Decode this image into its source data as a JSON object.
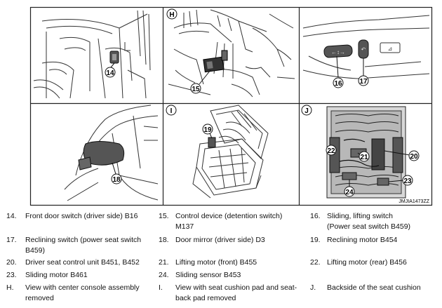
{
  "figure_code": "JMJIA1473ZZ",
  "panels": {
    "H": {
      "letter": "H"
    },
    "I": {
      "letter": "I"
    },
    "J": {
      "letter": "J"
    }
  },
  "callouts": {
    "c14": "14",
    "c15": "15",
    "c16": "16",
    "c17": "17",
    "c18": "18",
    "c19": "19",
    "c20": "20",
    "c21": "21",
    "c22": "22",
    "c23": "23",
    "c24": "24"
  },
  "legend": [
    [
      {
        "num": "14.",
        "lines": [
          "Front door switch (driver side) B16"
        ]
      },
      {
        "num": "15.",
        "lines": [
          "Control device (detention switch)",
          "M137"
        ]
      },
      {
        "num": "16.",
        "lines": [
          "Sliding, lifting switch",
          " (Power seat switch B459)"
        ]
      }
    ],
    [
      {
        "num": "17.",
        "lines": [
          "Reclining switch (power seat switch",
          "B459)"
        ]
      },
      {
        "num": "18.",
        "lines": [
          " Door mirror (driver side) D3"
        ]
      },
      {
        "num": "19.",
        "lines": [
          "Reclining motor B454"
        ]
      }
    ],
    [
      {
        "num": "20.",
        "lines": [
          " Driver seat control unit B451, B452"
        ]
      },
      {
        "num": "21.",
        "lines": [
          "Lifting motor (front) B455"
        ]
      },
      {
        "num": "22.",
        "lines": [
          "Lifting motor (rear) B456"
        ]
      }
    ],
    [
      {
        "num": "23.",
        "lines": [
          "Sliding motor B461"
        ]
      },
      {
        "num": "24.",
        "lines": [
          "Sliding sensor B453"
        ]
      },
      {
        "num": "",
        "lines": [
          ""
        ]
      }
    ],
    [
      {
        "num": "H.",
        "lines": [
          "View with center console assembly",
          "removed"
        ]
      },
      {
        "num": "I.",
        "lines": [
          "View with seat cushion pad and seat-",
          "back pad removed"
        ]
      },
      {
        "num": "J.",
        "lines": [
          "Backside of the seat cushion"
        ]
      }
    ]
  ]
}
